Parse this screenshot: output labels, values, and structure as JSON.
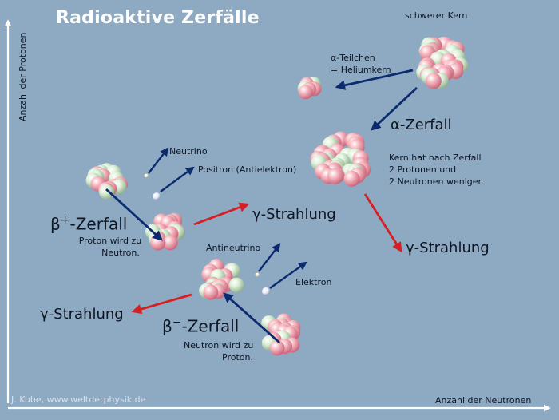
{
  "title": "Radioaktive Zerfälle",
  "axes": {
    "y_label": "Anzahl der Protonen",
    "x_label": "Anzahl der Neutronen"
  },
  "alpha": {
    "heavy_nucleus": "schwerer Kern",
    "particle_line1": "α-Teilchen",
    "particle_line2": "= Heliumkern",
    "decay": "α-Zerfall",
    "note_line1": "Kern hat nach Zerfall",
    "note_line2": "2 Protonen und",
    "note_line3": "2 Neutronen weniger.",
    "gamma": "γ-Strahlung"
  },
  "beta_plus": {
    "decay_symbol": "β",
    "decay_sup": "+",
    "decay_label": "-Zerfall",
    "desc_line1": "Proton wird zu",
    "desc_line2": "Neutron.",
    "neutrino": "Neutrino",
    "positron": "Positron (Antielektron)",
    "gamma": "γ-Strahlung"
  },
  "beta_minus": {
    "decay_symbol": "β",
    "decay_sup": "−",
    "decay_label": "-Zerfall",
    "desc_line1": "Neutron wird zu",
    "desc_line2": "Proton.",
    "antineutrino": "Antineutrino",
    "electron": "Elektron",
    "gamma": "γ-Strahlung"
  },
  "credit": "J. Kube, www.weltderphysik.de",
  "colors": {
    "background": "#8eaac3",
    "proton": "#f3a2ad",
    "neutron": "#d3eccf",
    "arrow_blue": "#0c2a6e",
    "arrow_red": "#d61f23"
  }
}
